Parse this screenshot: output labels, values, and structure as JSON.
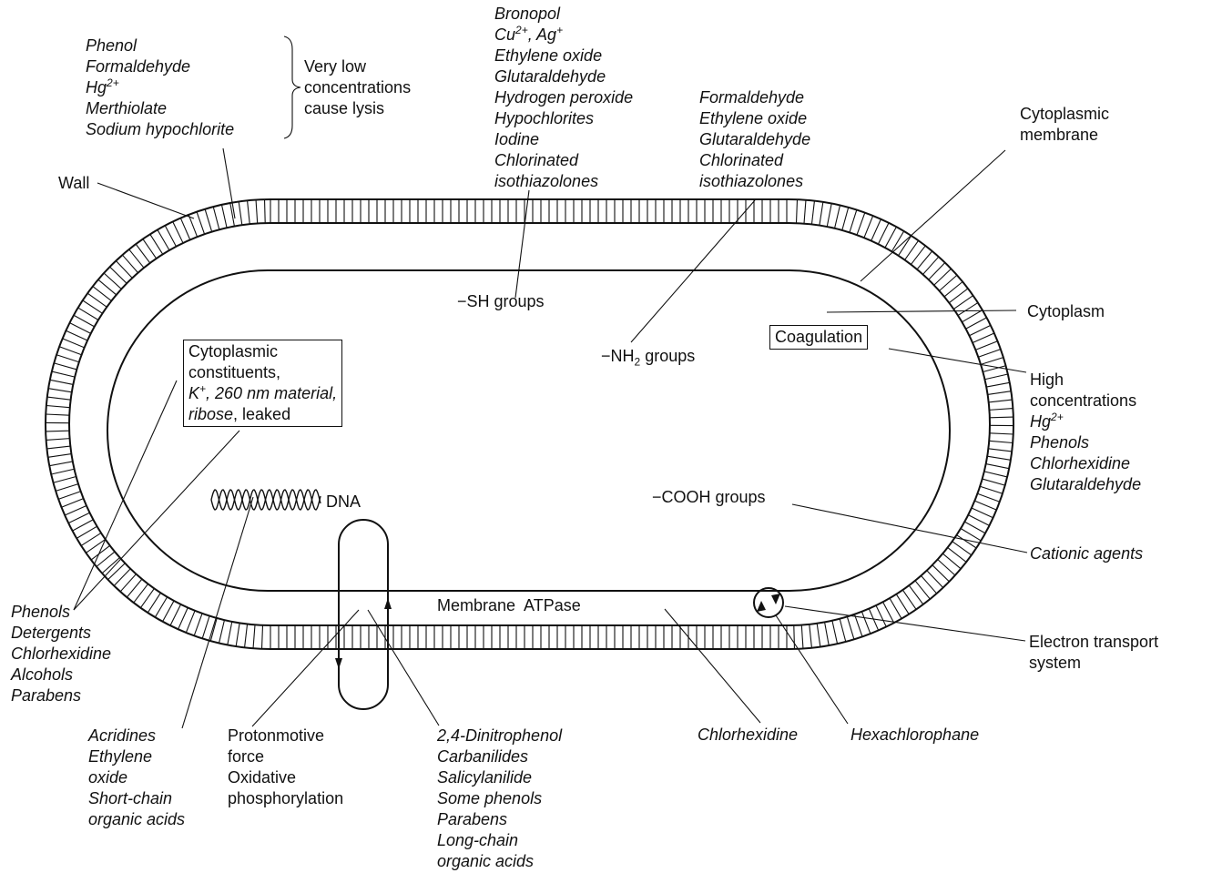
{
  "labels": {
    "lysis_agents": [
      "Phenol",
      "Formaldehyde",
      "Hg",
      "Merthiolate",
      "Sodium hypochlorite"
    ],
    "hg_superscript": "2+",
    "lysis_effect": [
      "Very low",
      "concentrations",
      "cause lysis"
    ],
    "sh_agents": {
      "bronopol": "Bronopol",
      "metals_cu": "Cu",
      "metals_cu_sup": "2+",
      "metals_sep": ", Ag",
      "metals_ag_sup": "+",
      "rest": [
        "Ethylene oxide",
        "Glutaraldehyde",
        "Hydrogen peroxide",
        "Hypochlorites",
        "Iodine",
        "Chlorinated",
        "isothiazolones"
      ]
    },
    "nh2_agents": [
      "Formaldehyde",
      "Ethylene oxide",
      "Glutaraldehyde",
      "Chlorinated",
      "isothiazolones"
    ],
    "wall": "Wall",
    "cytoplasmic_membrane": [
      "Cytoplasmic",
      "membrane"
    ],
    "sh_groups": "−SH groups",
    "nh2_groups_pre": "−NH",
    "nh2_groups_sub": "2",
    "nh2_groups_post": " groups",
    "cooh_groups": "−COOH groups",
    "cytoplasm": "Cytoplasm",
    "coagulation": "Coagulation",
    "high_conc": {
      "high": "High",
      "concentrations": "concentrations",
      "hg": "Hg",
      "hg_sup": "2+",
      "rest": [
        "Phenols",
        "Chlorhexidine",
        "Glutaraldehyde"
      ]
    },
    "cationic_agents": "Cationic agents",
    "electron_transport": [
      "Electron transport",
      "system"
    ],
    "hexachlorophane": "Hexachlorophane",
    "chlorhexidine": "Chlorhexidine",
    "membrane_atpase": "Membrane  ATPase",
    "dna": "DNA",
    "constituents": {
      "line1": "Cytoplasmic",
      "line2": "constituents,",
      "k": "K",
      "k_sup": "+",
      "k_rest": ", 260 nm material,",
      "ribose": "ribose",
      "leaked": ", leaked"
    },
    "leak_agents": [
      "Phenols",
      "Detergents",
      "Chlorhexidine",
      "Alcohols",
      "Parabens"
    ],
    "acridines_agents": [
      "Acridines",
      "Ethylene",
      "oxide",
      "Short-chain",
      "organic acids"
    ],
    "protonmotive": [
      "Protonmotive",
      "force",
      "Oxidative",
      "phosphorylation"
    ],
    "uncouplers": [
      "2,4-Dinitrophenol",
      "Carbanilides",
      "Salicylanilide",
      "Some phenols",
      "Parabens",
      "Long-chain",
      "organic acids"
    ]
  }
}
